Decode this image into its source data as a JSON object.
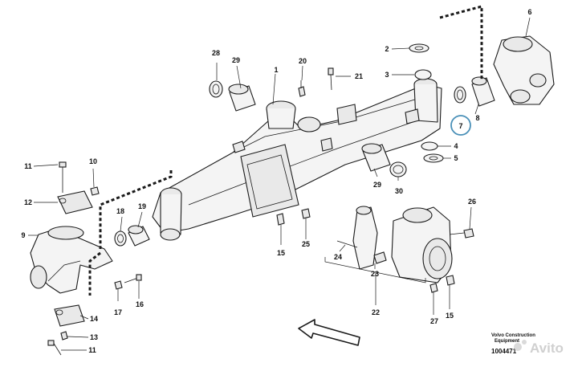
{
  "diagram": {
    "part_labels": {
      "p1": "1",
      "p2": "2",
      "p3": "3",
      "p4": "4",
      "p5": "5",
      "p6": "6",
      "p7": "7",
      "p8": "8",
      "p9": "9",
      "p10": "10",
      "p11a": "11",
      "p11b": "11",
      "p12": "12",
      "p13": "13",
      "p14": "14",
      "p15a": "15",
      "p15b": "15",
      "p16": "16",
      "p17": "17",
      "p18": "18",
      "p19": "19",
      "p20": "20",
      "p21": "21",
      "p22": "22",
      "p23": "23",
      "p24": "24",
      "p25": "25",
      "p26": "26",
      "p27": "27",
      "p28": "28",
      "p29a": "29",
      "p29b": "29",
      "p30": "30"
    },
    "highlighted_part": "7",
    "highlight_color": "#4a90b8"
  },
  "caption": {
    "line1": "Volvo Construction",
    "line2": "Equipment",
    "code": "1004471"
  },
  "watermark": "Avito"
}
